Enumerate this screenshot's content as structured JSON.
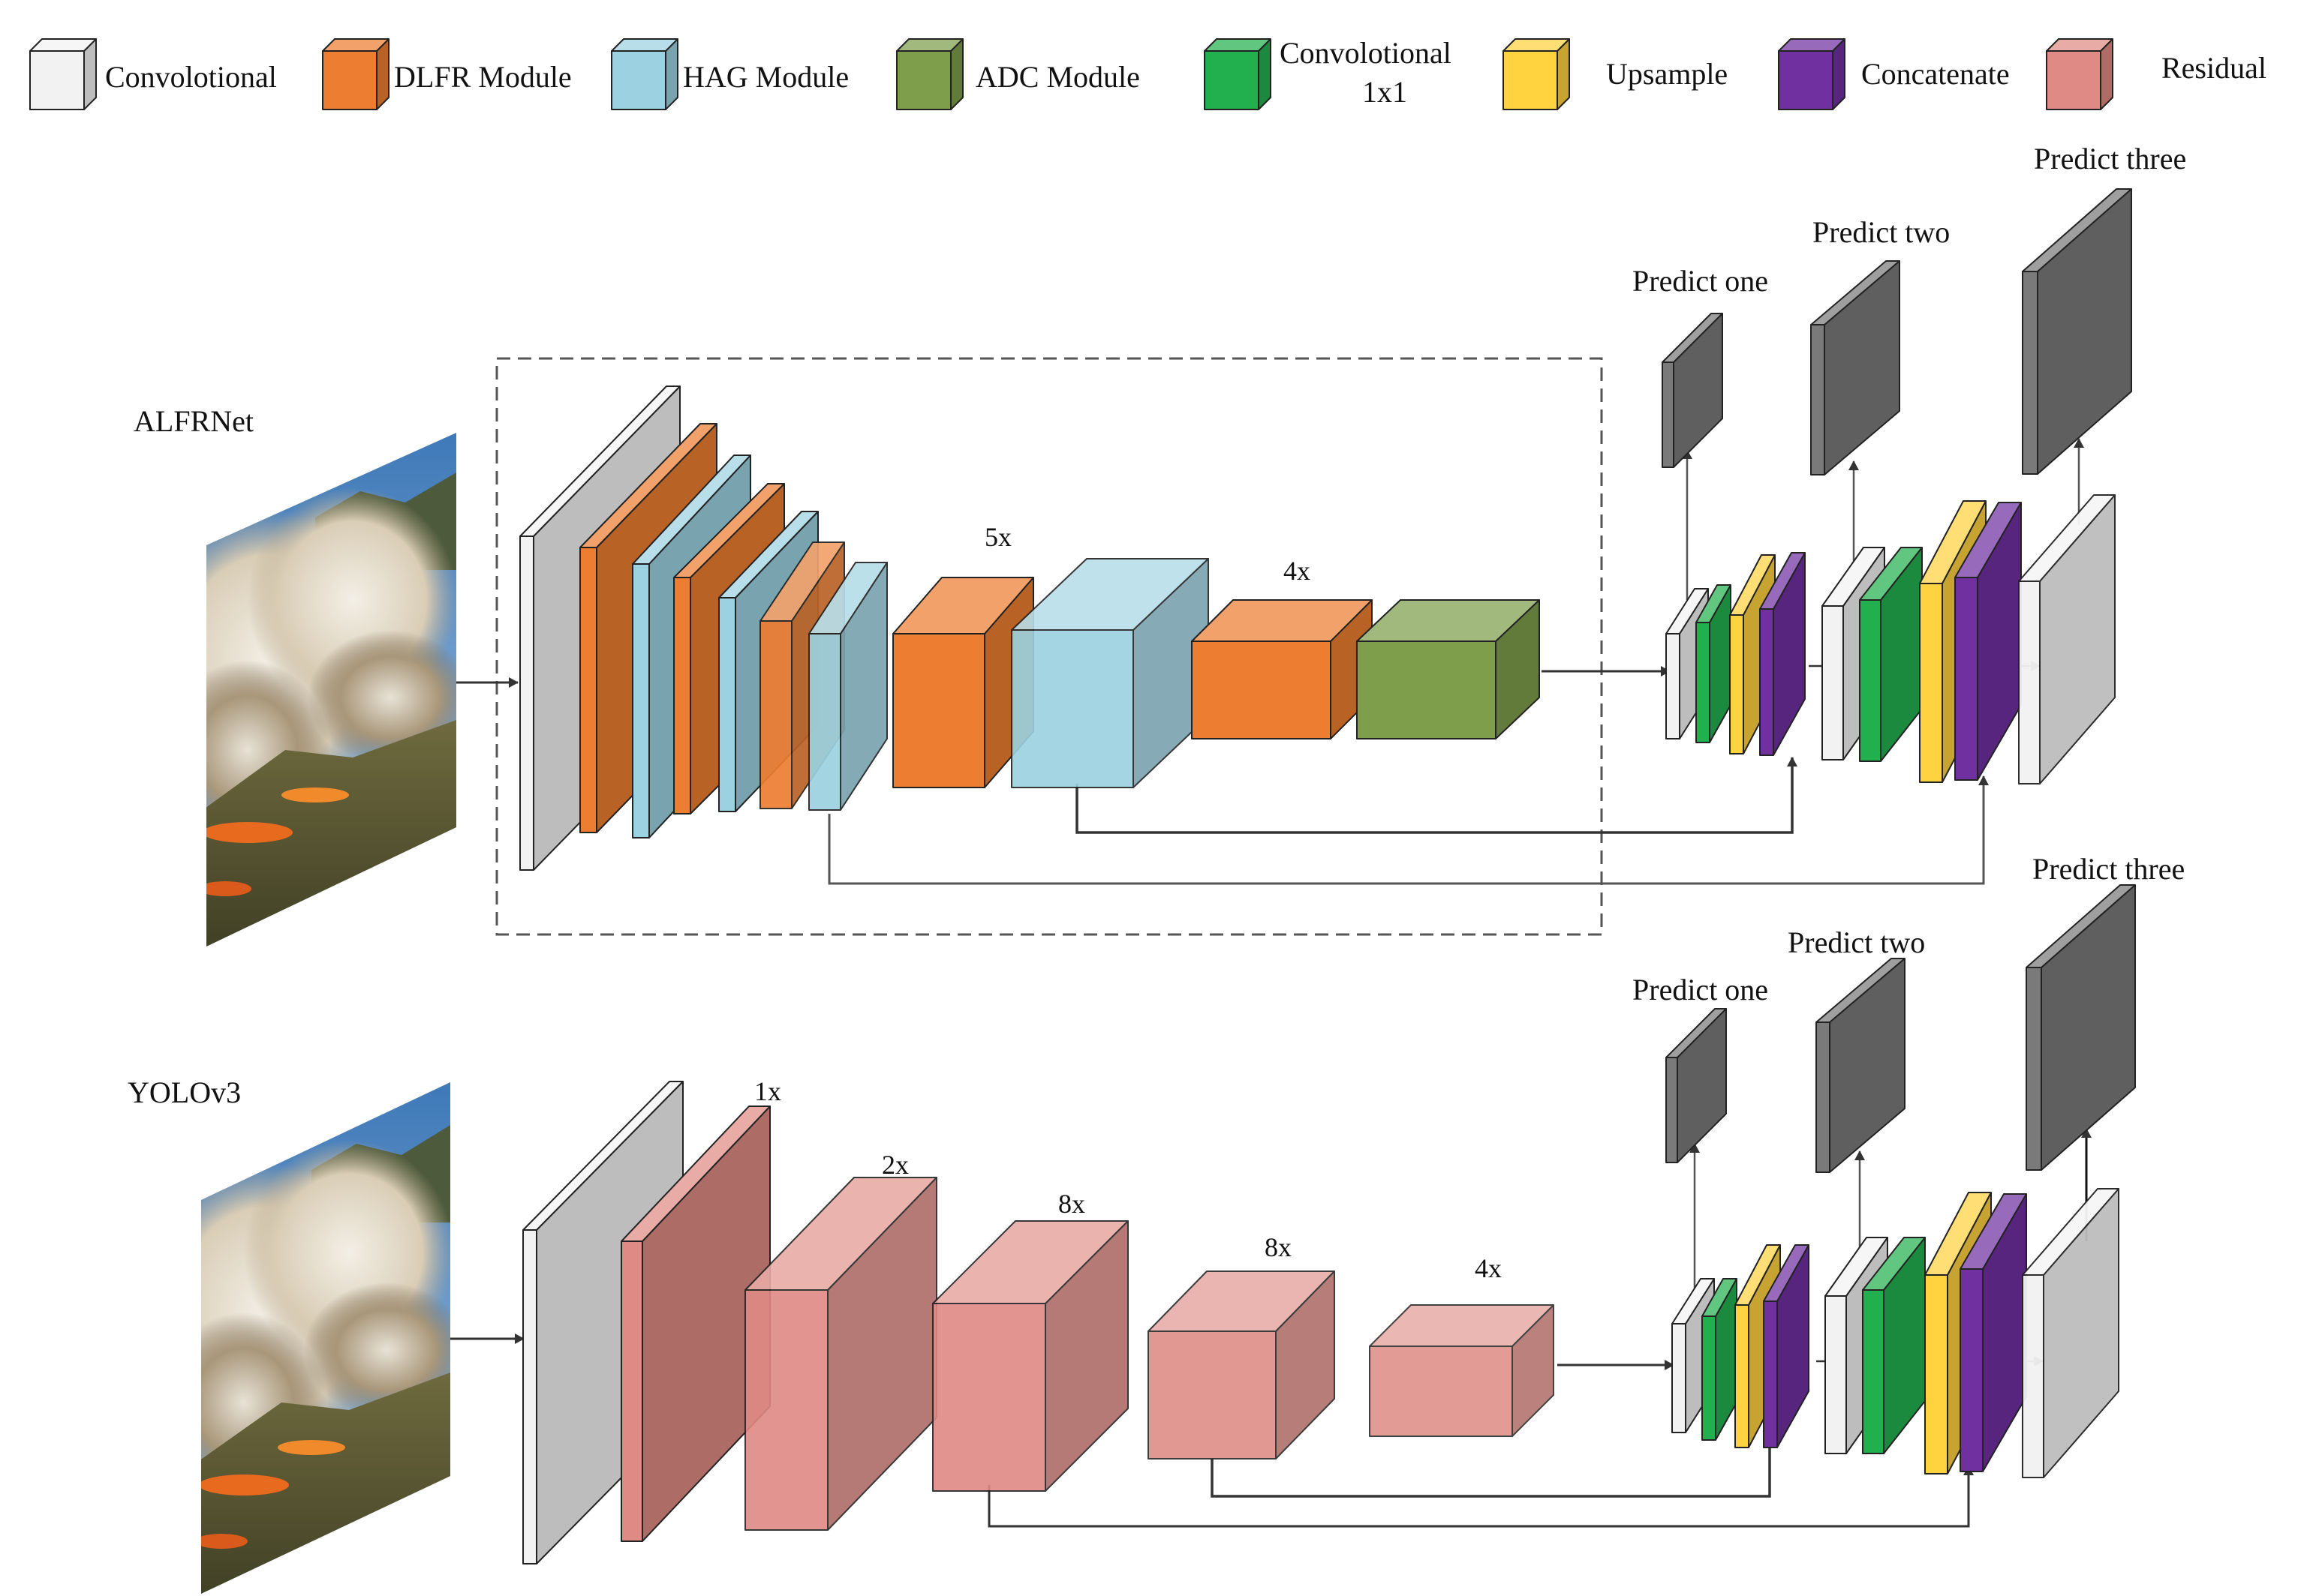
{
  "colors": {
    "convolutional": "#f2f2f2",
    "dlfr": "#ed7d31",
    "hag": "#9bd1e0",
    "adc": "#7e9e4c",
    "conv1x1": "#22b04f",
    "upsample": "#ffd23f",
    "concatenate": "#7030a0",
    "residual": "#df8a84",
    "predict": "#7a7a7a"
  },
  "legend": [
    {
      "label": "Convolotional",
      "color_key": "convolutional"
    },
    {
      "label": "DLFR Module",
      "color_key": "dlfr"
    },
    {
      "label": "HAG Module",
      "color_key": "hag"
    },
    {
      "label": "ADC Module",
      "color_key": "adc"
    },
    {
      "label_line1": "Convolotional",
      "label_line2": "1x1",
      "color_key": "conv1x1"
    },
    {
      "label": "Upsample",
      "color_key": "upsample"
    },
    {
      "label": "Concatenate",
      "color_key": "concatenate"
    },
    {
      "label": "Residual",
      "color_key": "residual"
    }
  ],
  "alfrnet": {
    "title": "ALFRNet",
    "repeat_5x": "5x",
    "repeat_4x": "4x",
    "predict_one": "Predict one",
    "predict_two": "Predict two",
    "predict_three": "Predict three"
  },
  "yolov3": {
    "title": "YOLOv3",
    "repeat_1x": "1x",
    "repeat_2x": "2x",
    "repeat_8x_a": "8x",
    "repeat_8x_b": "8x",
    "repeat_4x": "4x",
    "predict_one": "Predict one",
    "predict_two": "Predict two",
    "predict_three": "Predict three"
  }
}
